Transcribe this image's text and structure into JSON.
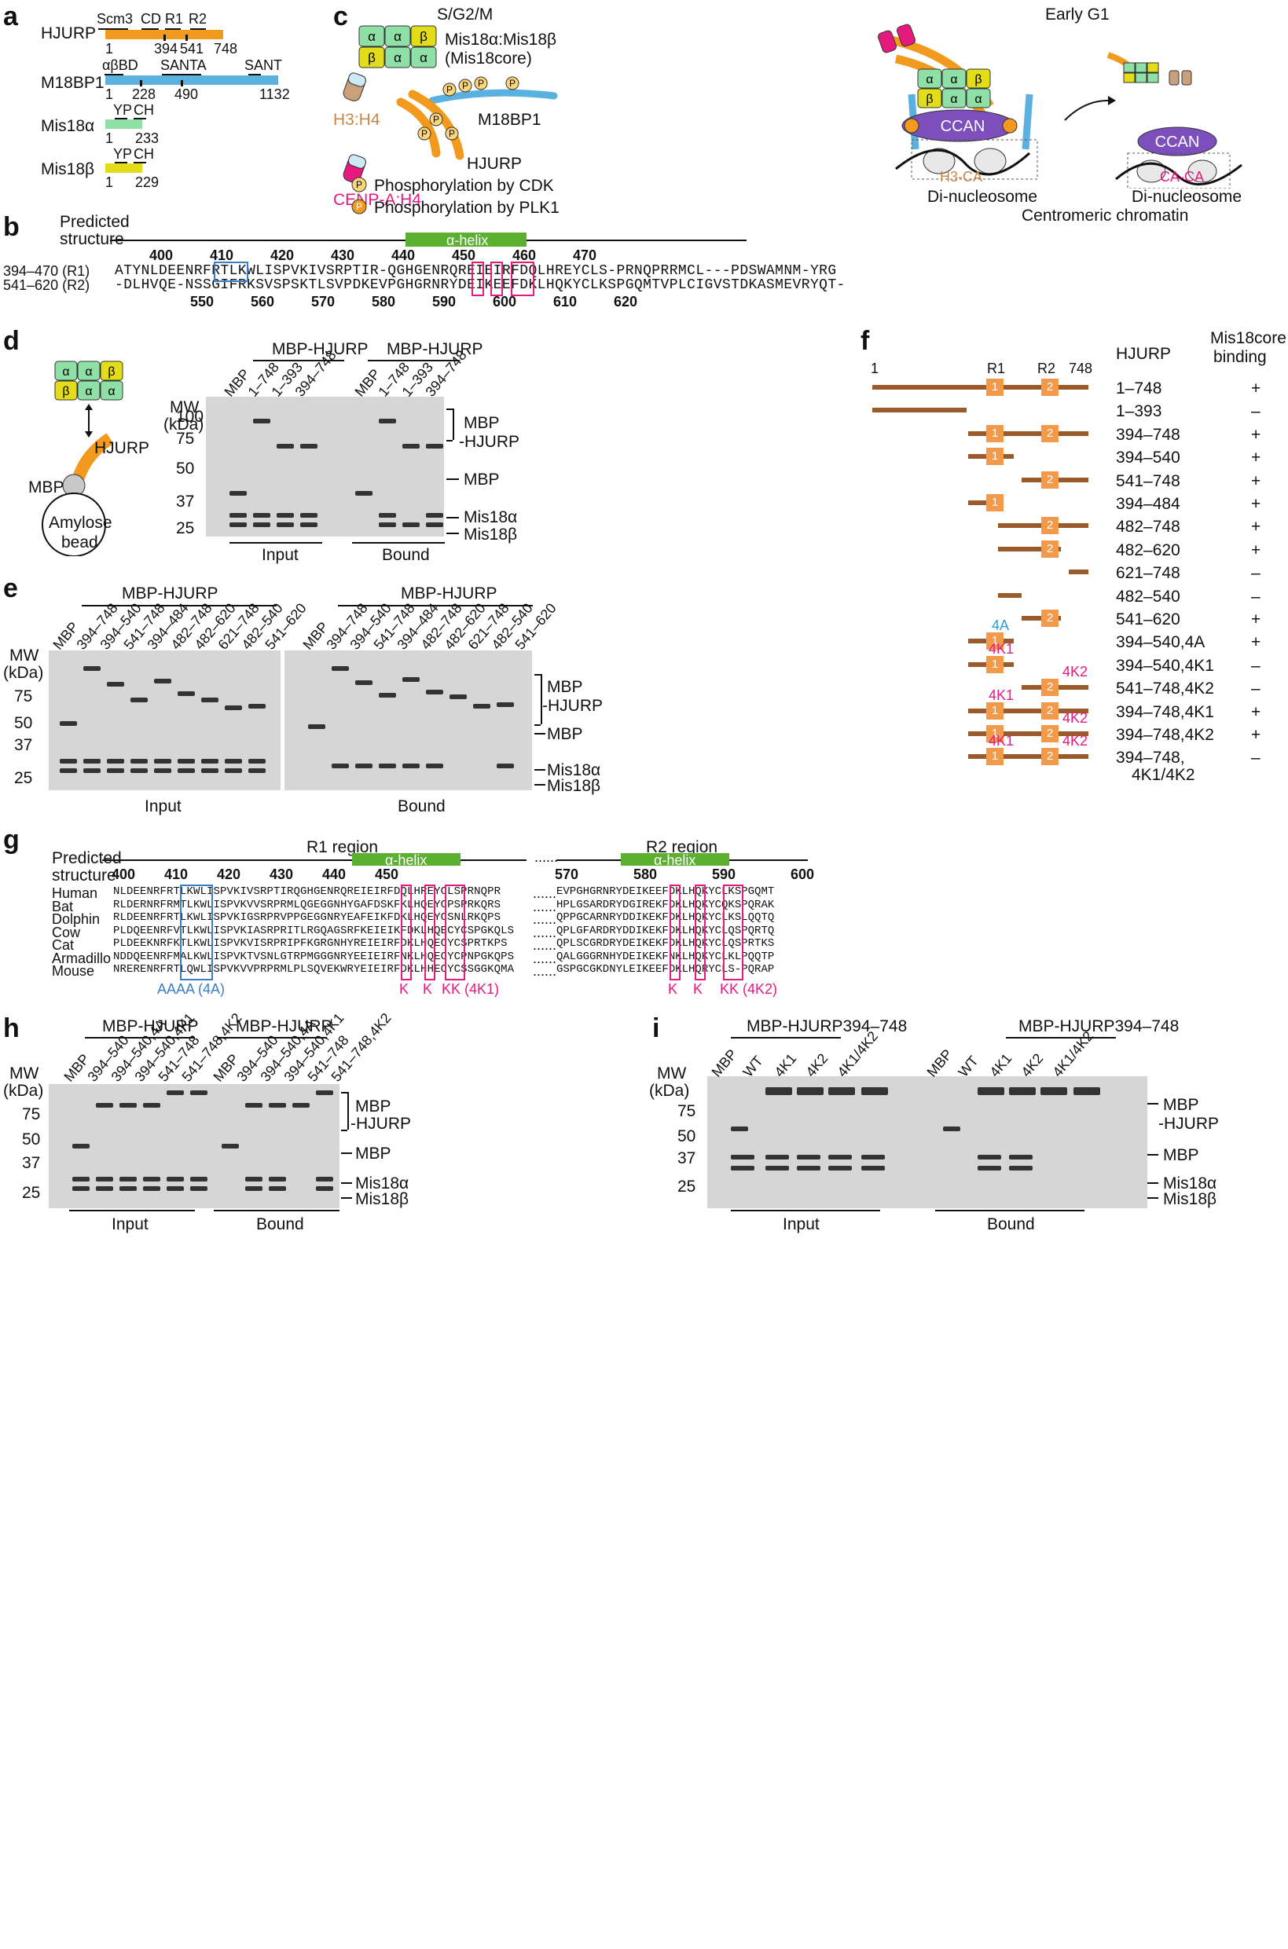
{
  "panels": [
    "a",
    "b",
    "c",
    "d",
    "e",
    "f",
    "g",
    "h",
    "i"
  ],
  "a": {
    "rows": [
      {
        "name": "HJURP",
        "color": "#f29a1e",
        "domains": [
          "Scm3",
          "CD",
          "R1",
          "R2"
        ],
        "ticks": [
          "1",
          "394",
          "541",
          "748"
        ]
      },
      {
        "name": "M18BP1",
        "color": "#5ab0df",
        "domains": [
          "αβBD",
          "SANTA",
          "SANT"
        ],
        "ticks": [
          "1",
          "228",
          "490",
          "1132"
        ]
      },
      {
        "name": "Mis18α",
        "color": "#8fe0a6",
        "domains": [
          "YP",
          "CH"
        ],
        "ticks": [
          "1",
          "233"
        ]
      },
      {
        "name": "Mis18β",
        "color": "#e2dd18",
        "domains": [
          "YP",
          "CH"
        ],
        "ticks": [
          "1",
          "229"
        ]
      }
    ]
  },
  "c": {
    "phase1": "S/G2/M",
    "phase2": "Early G1",
    "complex_line1": "Mis18α:Mis18β",
    "complex_line2": "(Mis18core)",
    "h3h4": "H3:H4",
    "cenpa": "CENP-A:H4",
    "m18bp1": "M18BP1",
    "hjurp": "HJURP",
    "cdk": "Phosphorylation by CDK",
    "plk1": "Phosphorylation by PLK1",
    "ccan": "CCAN",
    "h3ca": "H3-CA",
    "caca": "CA-CA",
    "dinuc": "Di-nucleosome",
    "chromatin": "Centromeric chromatin",
    "alpha": "α",
    "beta": "β",
    "p": "P"
  },
  "b": {
    "predicted_l1": "Predicted",
    "predicted_l2": "structure",
    "helix": "α-helix",
    "top_ticks": [
      "400",
      "410",
      "420",
      "430",
      "440",
      "450",
      "460",
      "470"
    ],
    "bottom_ticks": [
      "550",
      "560",
      "570",
      "580",
      "590",
      "600",
      "610",
      "620"
    ],
    "row1_label": "394–470 (R1)",
    "row2_label": "541–620 (R2)",
    "row1_seq": "ATYNLDEENRFRTLKWLISPVKIVSRPTIR-QGHGENRQREIEIRFDQLHREYCLS-PRNQPRRMCL---PDSWAMNM-YRG",
    "row2_seq": "-DLHVQE-NSSGIFRKSVSPSKTLSVPDKEVPGHGRNRYDEIKEEFDKLHQKYCLKSPGQMTVPLCIGVSTDKASMEVRYQT-"
  },
  "d": {
    "mbp": "MBP",
    "hjurp": "HJURP",
    "bead1": "Amylose",
    "bead2": "bead",
    "header": "MBP-HJURP",
    "lanes": [
      "MBP",
      "1–748",
      "1–393",
      "394–748"
    ],
    "mw_title1": "MW",
    "mw_title2": "(kDa)",
    "mw": [
      "100",
      "75",
      "50",
      "37",
      "25"
    ],
    "right": [
      "MBP",
      "-HJURP",
      "MBP",
      "Mis18α",
      "Mis18β"
    ],
    "input": "Input",
    "bound": "Bound"
  },
  "e": {
    "header": "MBP-HJURP",
    "lanes": [
      "MBP",
      "394–748",
      "394–540",
      "541–748",
      "394–484",
      "482–748",
      "482–620",
      "621–748",
      "482–540",
      "541–620"
    ],
    "mw_title1": "MW",
    "mw_title2": "(kDa)",
    "mw": [
      "75",
      "50",
      "37",
      "25"
    ],
    "right": [
      "MBP",
      "-HJURP",
      "MBP",
      "Mis18α",
      "Mis18β"
    ],
    "input": "Input",
    "bound": "Bound"
  },
  "f": {
    "col1": "HJURP",
    "col2_l1": "Mis18core",
    "col2_l2": "binding",
    "axis_start": "1",
    "axis_end": "748",
    "r1": "R1",
    "r2": "R2",
    "rows": [
      {
        "label": "1–748",
        "bind": "+"
      },
      {
        "label": "1–393",
        "bind": "–"
      },
      {
        "label": "394–748",
        "bind": "+"
      },
      {
        "label": "394–540",
        "bind": "+"
      },
      {
        "label": "541–748",
        "bind": "+"
      },
      {
        "label": "394–484",
        "bind": "+"
      },
      {
        "label": "482–748",
        "bind": "+"
      },
      {
        "label": "482–620",
        "bind": "+"
      },
      {
        "label": "621–748",
        "bind": "–"
      },
      {
        "label": "482–540",
        "bind": "–"
      },
      {
        "label": "541–620",
        "bind": "+"
      },
      {
        "label": "394–540,4A",
        "bind": "+"
      },
      {
        "label": "394–540,4K1",
        "bind": "–"
      },
      {
        "label": "541–748,4K2",
        "bind": "–"
      },
      {
        "label": "394–748,4K1",
        "bind": "+"
      },
      {
        "label": "394–748,4K2",
        "bind": "+"
      },
      {
        "label": "394–748,",
        "label2": "4K1/4K2",
        "bind": "–"
      }
    ],
    "box1": "1",
    "box2": "2",
    "m4a": "4A",
    "m4k1": "4K1",
    "m4k2": "4K2"
  },
  "g": {
    "predicted_l1": "Predicted",
    "predicted_l2": "structure",
    "r1": "R1 region",
    "r2": "R2 region",
    "helix": "α-helix",
    "ticks_r1": [
      "400",
      "410",
      "420",
      "430",
      "440",
      "450"
    ],
    "ticks_r2": [
      "570",
      "580",
      "590",
      "600"
    ],
    "species": [
      "Human",
      "Bat",
      "Dolphin",
      "Cow",
      "Cat",
      "Armadillo",
      "Mouse"
    ],
    "seq_r1": [
      "NLDEENRFRTLKWLISPVKIVSRPTIRQGHGENRQREIEIRFDQLHREYCLSPRNQPR",
      "RLDERNRFRMTLKWLISPVKVVSRPRMLQGEGGNHYGAFDSKFKLHQEYCPSPRKQRS",
      "RLDEENRFRTLKWLISPVKIGSRPRVPPGEGGNRYEAFEIKFDKLHQEYCSNLRKQPS",
      "PLDQEENRFVTLKWLISPVKIASRPRITLRGQAGSRFKEIEIKFDKLHQECYCSPGKQLS",
      "PLDEEKNRFKTLKWLISPVKVISRPRIPFKGRGNHYREIEIRFDKLHQECYCSPRTKPS",
      "NDDQEENRFMALKWLISPVKTVSNLGTRPMGGGNRYEEIEIRFNKLHQECYCPNPGKQPS",
      "NRERENRFRTLQWLISPVKVVPRPRMLPLSQVEKWRYEIEIRFDKLHHECYCSSGGKQMA"
    ],
    "seq_r2": [
      "EVPGHGRNRYDEIKEEFDKLHQKYCLKSPGQMT",
      "HPLGSARDRYDGIREKFDKLHQKYCQKSPQRAK",
      "QPPGCARNRYDDIKEKFDKLHQKYCLKSLQQTQ",
      "QPLGFARDRYDDIKEKFDKLHQKYCLQSPQRTQ",
      "QPLSCGRDRYDEIKEKFDKLHQKYCLQSPRTKS",
      "QALGGGRNHYDEIKEKFNKLHQKYCLKLPQQTP",
      "GSPGCGKDNYLEIKEEFDKLHQRYCLS-PQRAP"
    ],
    "mut_4a": "AAAA (4A)",
    "mut_k": "K",
    "mut_4k1": "KK (4K1)",
    "mut_4k2": "KK (4K2)",
    "dots": "......"
  },
  "h": {
    "header": "MBP-HJURP",
    "lanes": [
      "MBP",
      "394–540",
      "394–540,4A",
      "394–540,4K1",
      "541–748",
      "541–748,4K2"
    ],
    "mw_title1": "MW",
    "mw_title2": "(kDa)",
    "mw": [
      "75",
      "50",
      "37",
      "25"
    ],
    "right": [
      "MBP",
      "-HJURP",
      "MBP",
      "Mis18α",
      "Mis18β"
    ],
    "input": "Input",
    "bound": "Bound"
  },
  "i": {
    "header": "MBP-HJURP394–748",
    "lanes": [
      "MBP",
      "WT",
      "4K1",
      "4K2",
      "4K1/4K2"
    ],
    "mw_title1": "MW",
    "mw_title2": "(kDa)",
    "mw": [
      "75",
      "50",
      "37",
      "25"
    ],
    "right": [
      "MBP",
      "-HJURP",
      "MBP",
      "Mis18α",
      "Mis18β"
    ],
    "input": "Input",
    "bound": "Bound"
  }
}
